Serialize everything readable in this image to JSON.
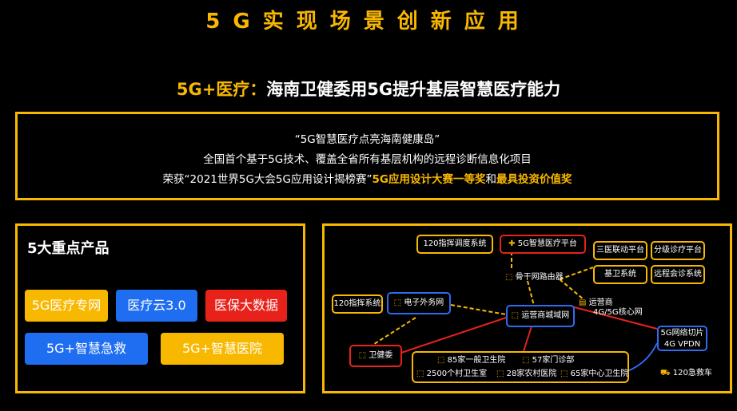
{
  "header": {
    "title": "5G实现场景创新应用",
    "subtitle_highlight": "5G+医疗：",
    "subtitle_rest": "海南卫健委用5G提升基层智慧医疗能力"
  },
  "info": {
    "line1": "“5G智慧医疗点亮海南健康岛”",
    "line2": "全国首个基于5G技术、覆盖全省所有基层机构的远程诊断信息化项目",
    "line3_prefix": "荣获“2021世界5G大会5G应用设计揭榜赛”",
    "line3_award1": "5G应用设计大赛一等奖",
    "line3_and": "和",
    "line3_award2": "最具投资价值奖"
  },
  "products": {
    "title": "5大重点产品",
    "items": [
      {
        "label": "5G医疗专网",
        "color": "#f9b800"
      },
      {
        "label": "医疗云3.0",
        "color": "#1f6ef2"
      },
      {
        "label": "医保大数据",
        "color": "#e8221b"
      },
      {
        "label": "5G+智慧急救",
        "color": "#1f6ef2"
      },
      {
        "label": "5G+智慧医院",
        "color": "#f9b800"
      }
    ]
  },
  "diagram": {
    "n120dispatch": "120指挥调度系统",
    "platform": "5G智慧医疗平台",
    "triple": "三医联动平台",
    "tiered": "分级诊疗平台",
    "basicwei": "基卫系统",
    "remote": "远程会诊系统",
    "backbone": "骨干网路由器",
    "n120cmd": "120指挥系统",
    "egov": "电子外务网",
    "carrier": "运营商",
    "core": "4G/5G核心网",
    "metro": "运营商城域网",
    "slice_line1": "5G网络切片",
    "slice_line2": "4G VPDN",
    "health": "卫健委",
    "h85": "85家一般卫生院",
    "h57": "57家门诊部",
    "h2500": "2500个村卫生室",
    "h28": "28家农村医院",
    "h65": "65家中心卫生院",
    "ambulance": "120急救车",
    "colors": {
      "yellow": "#f9b800",
      "red": "#e8221b",
      "blue": "#2f6bf0"
    }
  }
}
